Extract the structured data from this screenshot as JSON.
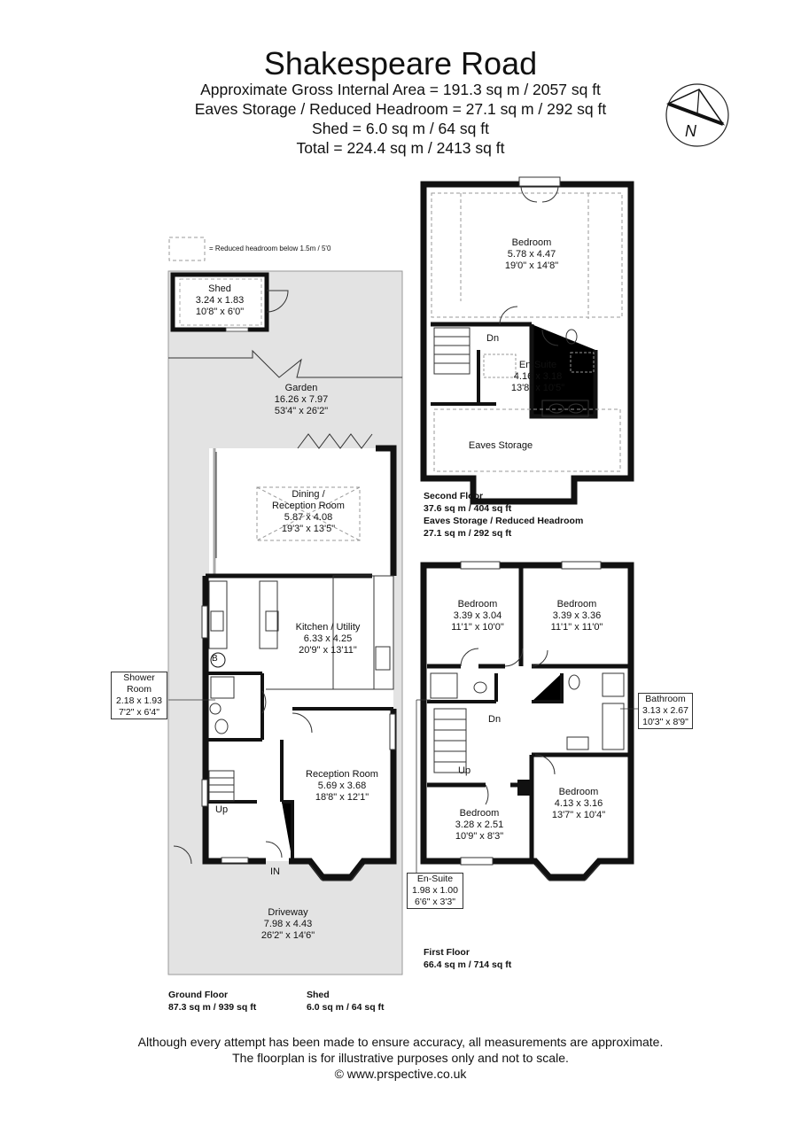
{
  "header": {
    "title": "Shakespeare Road",
    "lines": [
      "Approximate Gross Internal Area = 191.3 sq m / 2057 sq ft",
      "Eaves Storage / Reduced Headroom = 27.1 sq m / 292 sq ft",
      "Shed = 6.0 sq m / 64 sq ft",
      "Total = 224.4 sq m / 2413 sq ft"
    ]
  },
  "compass": {
    "label": "N"
  },
  "legend": {
    "text": "= Reduced headroom below 1.5m / 5'0"
  },
  "rooms": {
    "shed": {
      "name": "Shed",
      "metric": "3.24 x 1.83",
      "imperial": "10'8\" x 6'0\""
    },
    "garden": {
      "name": "Garden",
      "metric": "16.26 x 7.97",
      "imperial": "53'4\" x 26'2\""
    },
    "dining": {
      "name": "Dining /",
      "name2": "Reception Room",
      "metric": "5.87 x 4.08",
      "imperial": "19'3\" x 13'5\""
    },
    "kitchen": {
      "name": "Kitchen / Utility",
      "metric": "6.33 x 4.25",
      "imperial": "20'9\" x 13'11\""
    },
    "shower": {
      "name": "Shower",
      "name2": "Room",
      "metric": "2.18 x 1.93",
      "imperial": "7'2\" x 6'4\""
    },
    "reception": {
      "name": "Reception Room",
      "metric": "5.69 x 3.68",
      "imperial": "18'8\" x 12'1\""
    },
    "driveway": {
      "name": "Driveway",
      "metric": "7.98 x 4.43",
      "imperial": "26'2\" x 14'6\""
    },
    "bed2f": {
      "name": "Bedroom",
      "metric": "5.78 x 4.47",
      "imperial": "19'0\" x 14'8\""
    },
    "ensuite2f": {
      "name": "En-Suite",
      "metric": "4.16 x 3.18",
      "imperial": "13'8\" x 10'5\""
    },
    "eaves": {
      "name": "Eaves Storage"
    },
    "bed1": {
      "name": "Bedroom",
      "metric": "3.39 x 3.04",
      "imperial": "11'1\" x 10'0\""
    },
    "bed2": {
      "name": "Bedroom",
      "metric": "3.39 x 3.36",
      "imperial": "11'1\" x 11'0\""
    },
    "bathroom": {
      "name": "Bathroom",
      "metric": "3.13 x 2.67",
      "imperial": "10'3\" x 8'9\""
    },
    "bed3": {
      "name": "Bedroom",
      "metric": "4.13 x 3.16",
      "imperial": "13'7\" x 10'4\""
    },
    "bed4": {
      "name": "Bedroom",
      "metric": "3.28 x 2.51",
      "imperial": "10'9\" x 8'3\""
    },
    "ensuite1f": {
      "name": "En-Suite",
      "metric": "1.98 x 1.00",
      "imperial": "6'6\" x 3'3\""
    }
  },
  "marks": {
    "up": "Up",
    "dn": "Dn",
    "in": "IN",
    "boiler": "B"
  },
  "floors": {
    "second": {
      "name": "Second Floor",
      "area": "37.6 sq m / 404 sq ft",
      "eaves": "Eaves Storage / Reduced Headroom",
      "eaves_area": "27.1 sq m / 292 sq ft"
    },
    "first": {
      "name": "First Floor",
      "area": "66.4 sq m / 714 sq ft"
    },
    "ground": {
      "name": "Ground Floor",
      "area": "87.3 sq m / 939 sq ft"
    },
    "shed": {
      "name": "Shed",
      "area": "6.0 sq m / 64 sq ft"
    }
  },
  "footer": {
    "line1": "Although every attempt has been made to ensure accuracy, all measurements are approximate.",
    "line2": "The floorplan is for illustrative purposes only and not to scale.",
    "line3": "© www.prspective.co.uk"
  }
}
